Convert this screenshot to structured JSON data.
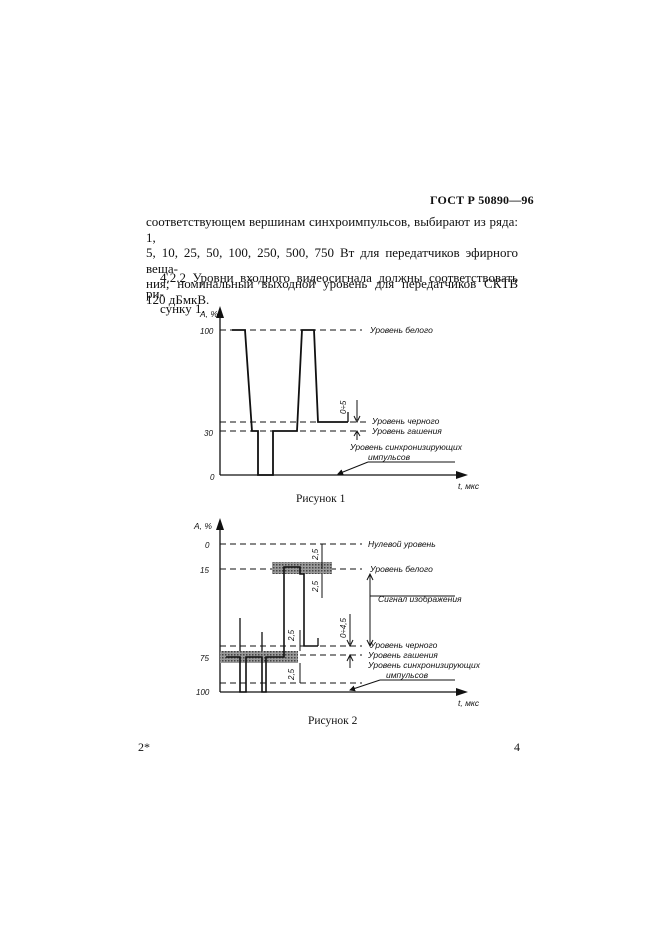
{
  "header": {
    "doc_id": "ГОСТ Р 50890—96"
  },
  "text": {
    "para1_lines": [
      "соответствующем вершинам синхроимпульсов, выбирают из ряда: 1,",
      "5, 10, 25, 50, 100, 250, 500, 750 Вт для передатчиков эфирного веща-",
      "ния; номинальный выходной уровень для передатчиков СКТВ",
      "120 дБмкВ."
    ],
    "para2_lines": [
      "4.2.2 Уровни входного видеосигнала должны соответствовать ри-",
      "сунку 1."
    ]
  },
  "figure1": {
    "caption": "Рисунок 1",
    "y_axis_label": "A, %",
    "x_axis_label": "t, мкс",
    "ticks": [
      "100",
      "30",
      "0"
    ],
    "labels": {
      "white": "Уровень белого",
      "black": "Уровень черного",
      "blanking": "Уровень гашения",
      "sync_line1": "Уровень синхронизирующих",
      "sync_line2": "импульсов",
      "dim": "0÷5"
    }
  },
  "figure2": {
    "caption": "Рисунок 2",
    "y_axis_label": "A, %",
    "x_axis_label": "t, мкс",
    "ticks": [
      "0",
      "15",
      "75",
      "100"
    ],
    "labels": {
      "zero": "Нулевой уровень",
      "white": "Уровень белого",
      "signal": "Сигнал изображения",
      "black": "Уровень черного",
      "blanking": "Уровень гашения",
      "sync_line1": "Уровень синхронизирующих",
      "sync_line2": "импульсов",
      "dim_a": "2,5",
      "dim_b": "2,5",
      "dim_c": "2,5",
      "dim_d": "2,5",
      "dim_range": "0÷4,5"
    }
  },
  "footer": {
    "left": "2*",
    "right": "4"
  }
}
